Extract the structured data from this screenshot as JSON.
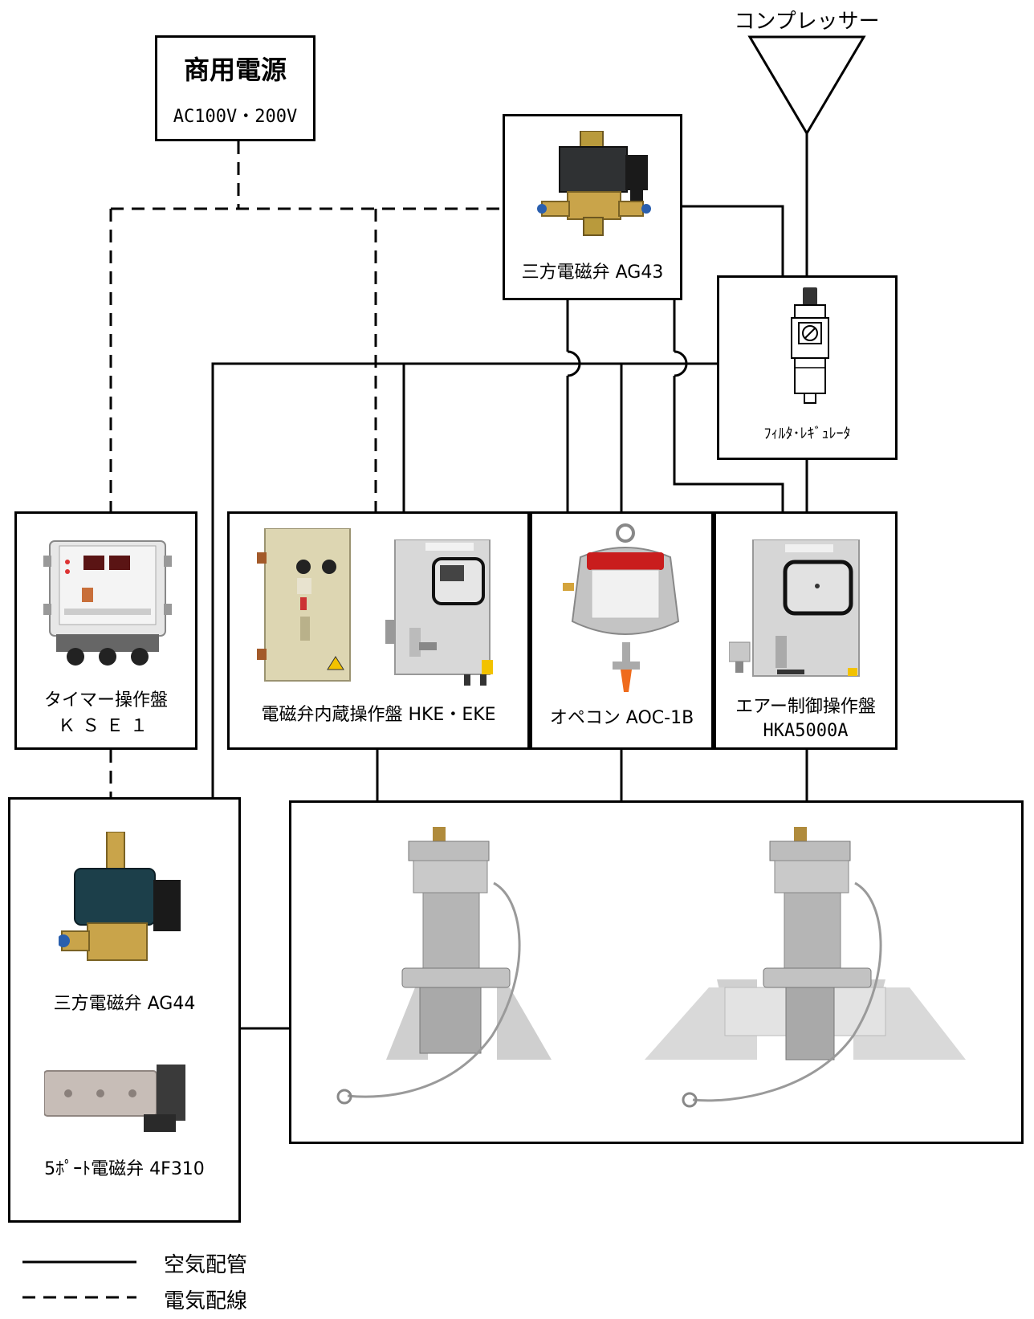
{
  "compressor": {
    "label": "コンプレッサー"
  },
  "power": {
    "title": "商用電源",
    "voltage": "AC100V・200V"
  },
  "valve_ag43": {
    "label": "三方電磁弁 AG43"
  },
  "filter_regulator": {
    "label": "ﾌｨﾙﾀ･ﾚｷﾞｭﾚｰﾀ"
  },
  "timer_panel": {
    "label_line1": "タイマー操作盤",
    "label_line2": "ＫＳＥ１"
  },
  "solenoid_panel": {
    "label": "電磁弁内蔵操作盤 HKE・EKE"
  },
  "opecon": {
    "label": "オペコン AOC-1B"
  },
  "air_panel": {
    "label_line1": "エアー制御操作盤",
    "label_line2": "HKA5000A"
  },
  "valve_ag44": {
    "label": "三方電磁弁 AG44"
  },
  "valve_4f310": {
    "label": "5ﾎﾟｰﾄ電磁弁 4F310"
  },
  "legend": [
    {
      "style": "solid",
      "label": "空気配管"
    },
    {
      "style": "dashed",
      "label": "電気配線"
    }
  ]
}
